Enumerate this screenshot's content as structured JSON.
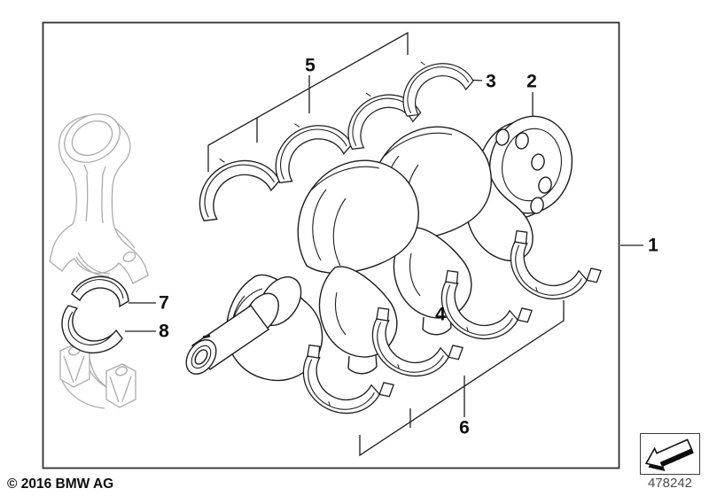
{
  "callouts": {
    "c1": "1",
    "c2": "2",
    "c3": "3",
    "c4": "4",
    "c5": "5",
    "c6": "6",
    "c7": "7",
    "c8": "8"
  },
  "footer": {
    "copyright": "© 2016 BMW AG",
    "drawing_number": "478242"
  },
  "icons": {
    "thumbnail": "arrow-down-left-icon"
  },
  "colors": {
    "primary_line": "#1d1d1d",
    "secondary_line": "#ababab",
    "frame_border": "#2e2e2e",
    "number_text": "#4a4a4a"
  }
}
